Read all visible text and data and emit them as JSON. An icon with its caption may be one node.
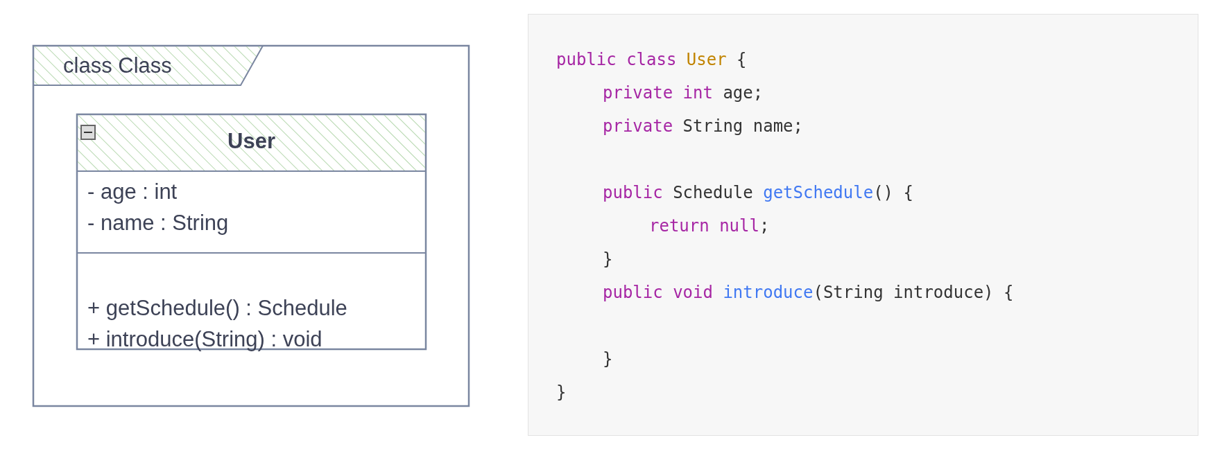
{
  "diagram": {
    "nodes": [
      {
        "text": [
          "class Class"
        ]
      },
      {
        "text": [
          "User",
          "- age : int",
          "- name : String",
          "+ getSchedule() : Schedule",
          "+ introduce(String) : void"
        ],
        "in": 0
      }
    ],
    "edges": [],
    "labels": [
      "public class User {",
      "private int age;",
      "private String name;",
      "public Schedule getSchedule() {",
      "return null;",
      "}",
      "public void introduce(String introduce) {",
      "}",
      "}"
    ]
  }
}
